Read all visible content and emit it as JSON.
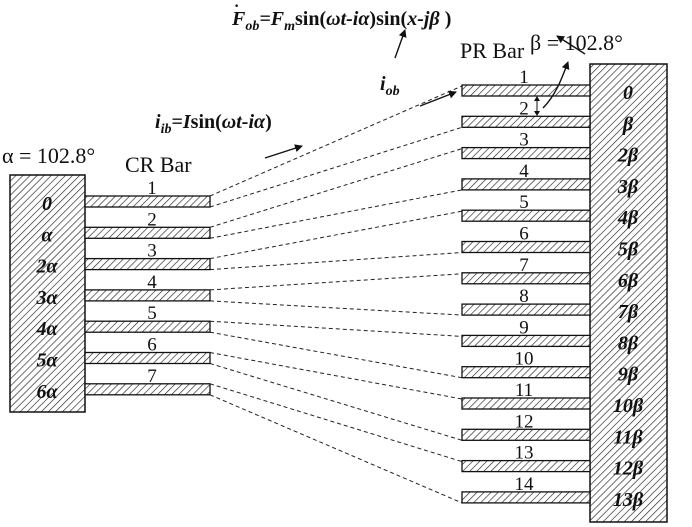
{
  "cr": {
    "angle_text": "α = 102.8°",
    "title": "CR Bar",
    "bar_numbers": [
      "1",
      "2",
      "3",
      "4",
      "5",
      "6",
      "7"
    ],
    "slot_labels": [
      "0",
      "α",
      "2α",
      "3α",
      "4α",
      "5α",
      "6α"
    ]
  },
  "pr": {
    "title": "PR Bar",
    "angle_text": "β = 102.8°",
    "bar_numbers": [
      "1",
      "2",
      "3",
      "4",
      "5",
      "6",
      "7",
      "8",
      "9",
      "10",
      "11",
      "12",
      "13",
      "14"
    ],
    "slot_labels": [
      "0",
      "β",
      "2β",
      "3β",
      "4β",
      "5β",
      "6β",
      "7β",
      "8β",
      "9β",
      "10β",
      "11β",
      "12β",
      "13β"
    ]
  },
  "equations": {
    "force": {
      "F": "F",
      "F_sub": "ob",
      "eq": "=F",
      "m_sub": "m",
      "sin1": "sin(",
      "w1": "ωt-iα",
      "mid": ")sin(",
      "x": "x-jβ",
      "end": " )"
    },
    "ib": {
      "i": "i",
      "i_sub": "ib",
      "eq": "=",
      "I": "I",
      "sin": "sin(",
      "w": "ωt-iα",
      "end": ")"
    },
    "iob": {
      "i": "i",
      "i_sub": "ob"
    }
  }
}
